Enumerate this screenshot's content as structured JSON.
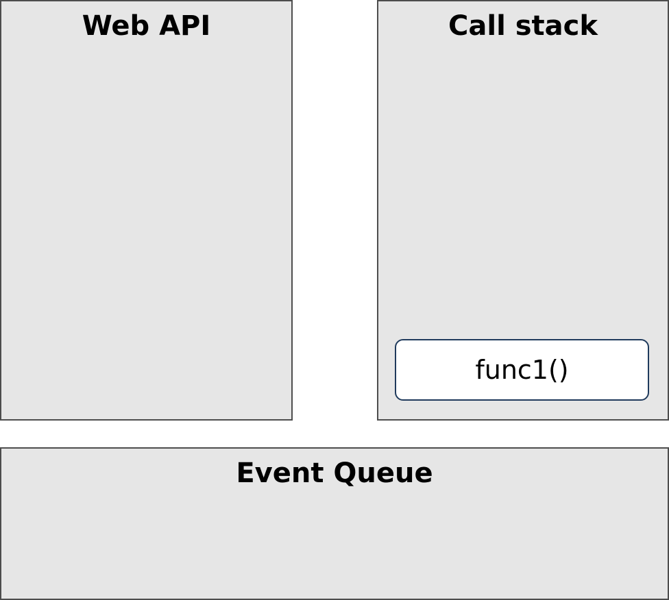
{
  "diagram": {
    "web_api": {
      "title": "Web API"
    },
    "call_stack": {
      "title": "Call stack",
      "frames": [
        {
          "label": "func1()"
        }
      ]
    },
    "event_queue": {
      "title": "Event Queue"
    }
  },
  "colors": {
    "panel_fill": "#e6e6e6",
    "panel_border": "#4d4d4d",
    "frame_fill": "#ffffff",
    "frame_border": "#1f3a5c"
  }
}
